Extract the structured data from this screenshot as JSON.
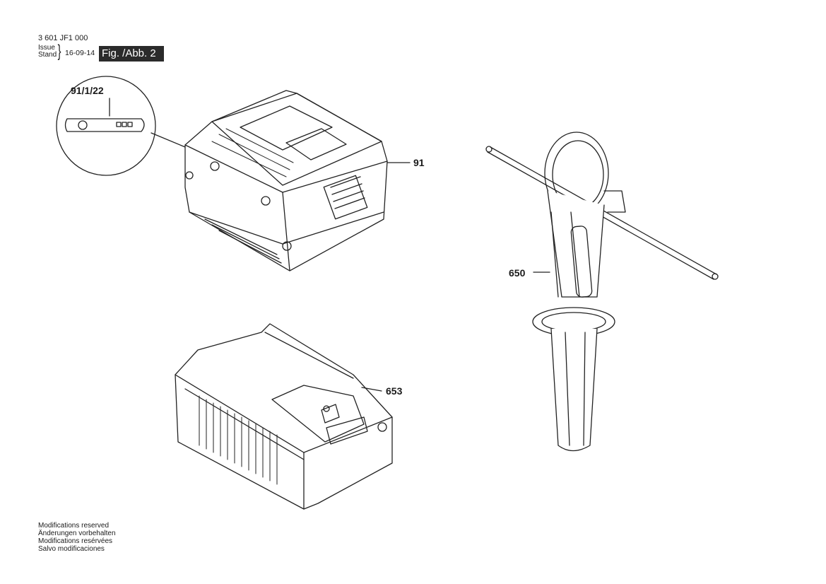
{
  "header": {
    "doc_number": "3 601 JF1 000",
    "issue_label": "Issue",
    "stand_label": "Stand",
    "issue_date": "16-09-14",
    "figure_label": "Fig. /Abb. 2"
  },
  "callouts": {
    "battery": "91",
    "detail": "91/1/22",
    "handle": "650",
    "charger": "653"
  },
  "footer": {
    "lines": [
      "Modifications reserved",
      "Änderungen vorbehalten",
      "Modifications resérvées",
      "Salvo modificaciones"
    ]
  }
}
